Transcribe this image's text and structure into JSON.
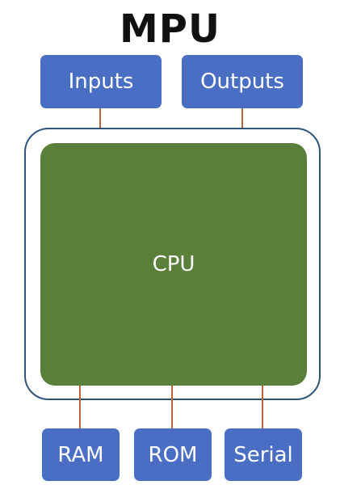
{
  "diagram": {
    "title": "MPU",
    "core_label": "CPU",
    "top_blocks": {
      "inputs": "Inputs",
      "outputs": "Outputs"
    },
    "bottom_blocks": {
      "ram": "RAM",
      "rom": "ROM",
      "serial": "Serial"
    },
    "colors": {
      "block_fill": "#4a6ec4",
      "cpu_fill": "#5a7f3b",
      "outline": "#2e5478",
      "wire": "#b8653b",
      "title_text": "#111111"
    }
  }
}
